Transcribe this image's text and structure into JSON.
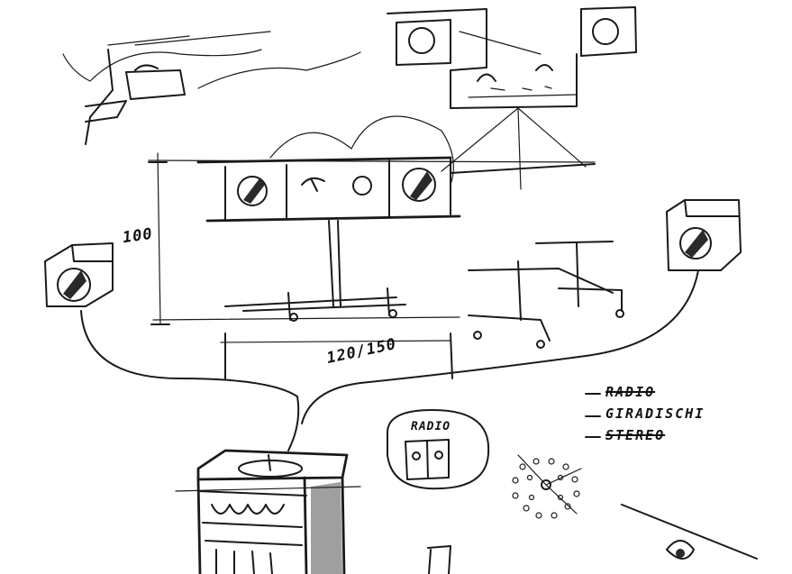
{
  "dimensions": {
    "height": "100",
    "width": "120/150"
  },
  "function_list": [
    {
      "label": "RADIO",
      "struck": true
    },
    {
      "label": "GIRADISCHI",
      "struck": false
    },
    {
      "label": "STEREO",
      "struck": true
    }
  ],
  "radio_bubble": {
    "label": "RADIO"
  }
}
